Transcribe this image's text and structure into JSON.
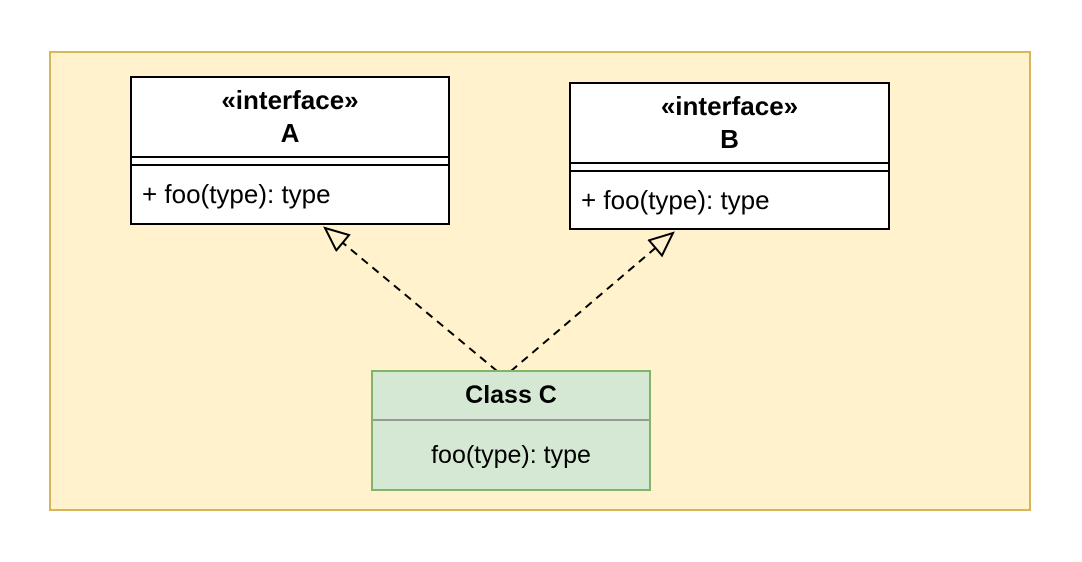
{
  "diagram": {
    "nodes": {
      "interface_a": {
        "stereotype": "«interface»",
        "name": "A",
        "methods": [
          "+ foo(type): type"
        ]
      },
      "interface_b": {
        "stereotype": "«interface»",
        "name": "B",
        "methods": [
          "+ foo(type): type"
        ]
      },
      "class_c": {
        "name": "Class C",
        "methods": [
          "foo(type): type"
        ]
      }
    },
    "edges": [
      {
        "from": "Class C",
        "to": "A",
        "type": "realization",
        "style": "dashed-hollow-triangle"
      },
      {
        "from": "Class C",
        "to": "B",
        "type": "realization",
        "style": "dashed-hollow-triangle"
      }
    ],
    "colors": {
      "boundary_fill": "#FFF2CC",
      "boundary_stroke": "#D6B656",
      "interface_fill": "#FFFFFF",
      "interface_stroke": "#000000",
      "class_fill": "#D5E8D4",
      "class_stroke": "#82B366",
      "class_divider": "#999999",
      "connector": "#000000",
      "page_background": "#FFFFFF"
    }
  }
}
